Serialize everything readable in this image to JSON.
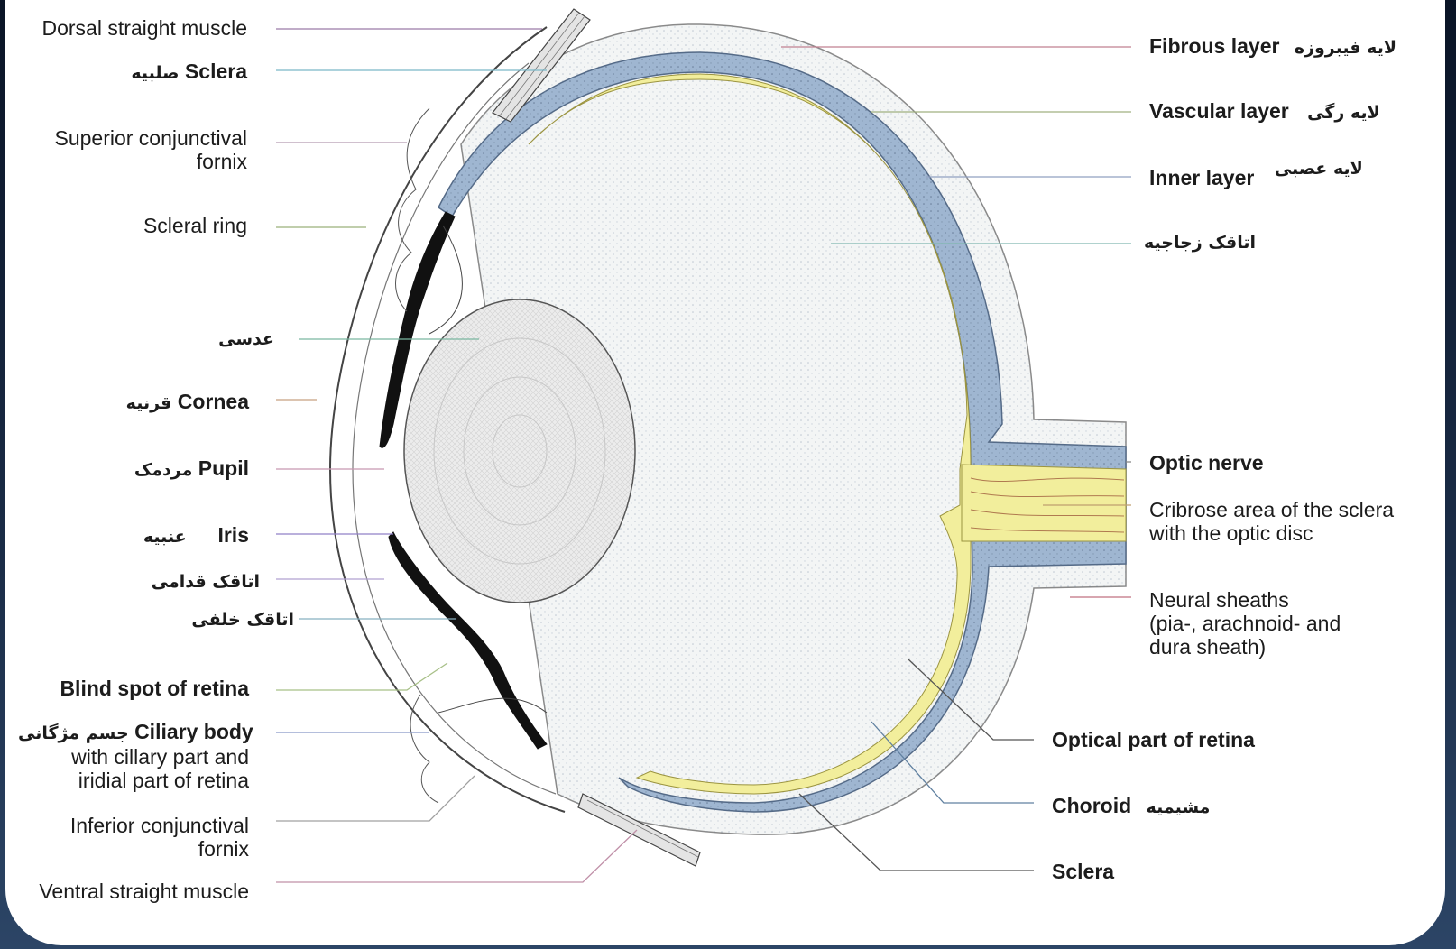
{
  "labels_left": {
    "dorsal_muscle": "Dorsal straight muscle",
    "sclera_en": "Sclera",
    "sclera_fa": "صلبیه",
    "superior_fornix_1": "Superior conjunctival",
    "superior_fornix_2": "fornix",
    "scleral_ring": "Scleral ring",
    "lens_fa": "عدسی",
    "cornea_en": "Cornea",
    "cornea_fa": "قرنیه",
    "pupil_en": "Pupil",
    "pupil_fa": "مردمک",
    "iris_en": "Iris",
    "iris_fa": "عنبیه",
    "anterior_chamber_fa": "اتاقک قدامی",
    "posterior_chamber_fa": "اتاقک خلفی",
    "blind_spot": "Blind spot of retina",
    "ciliary_body_en": "Ciliary body",
    "ciliary_body_fa": "جسم مژگانی",
    "ciliary_sub_1": "with cillary part and",
    "ciliary_sub_2": "iridial part of retina",
    "inferior_fornix_1": "Inferior conjunctival",
    "inferior_fornix_2": "fornix",
    "ventral_muscle": "Ventral straight muscle"
  },
  "labels_right": {
    "fibrous_en": "Fibrous layer",
    "fibrous_fa": "لایه فیبروزه",
    "vascular_en": "Vascular layer",
    "vascular_fa": "لایه رگی",
    "inner_en": "Inner layer",
    "inner_fa": "لایه عصبی",
    "vitreous_fa": "اتاقک زجاجیه",
    "optic_nerve": "Optic nerve",
    "cribrose_1": "Cribrose area of the sclera",
    "cribrose_2": "with the optic disc",
    "neural_1": "Neural sheaths",
    "neural_2": "(pia-, arachnoid- and",
    "neural_3": "dura sheath)",
    "optical_retina": "Optical part of retina",
    "choroid_en": "Choroid",
    "choroid_fa": "مشیمیه",
    "sclera_bottom": "Sclera"
  },
  "colors": {
    "sclera": "#f3f5f5",
    "choroid": "#9fb6d1",
    "retina": "#f2ee9c",
    "lens": "#e9e9ea",
    "outline": "#2a2a2a",
    "pigment": "#111111"
  }
}
